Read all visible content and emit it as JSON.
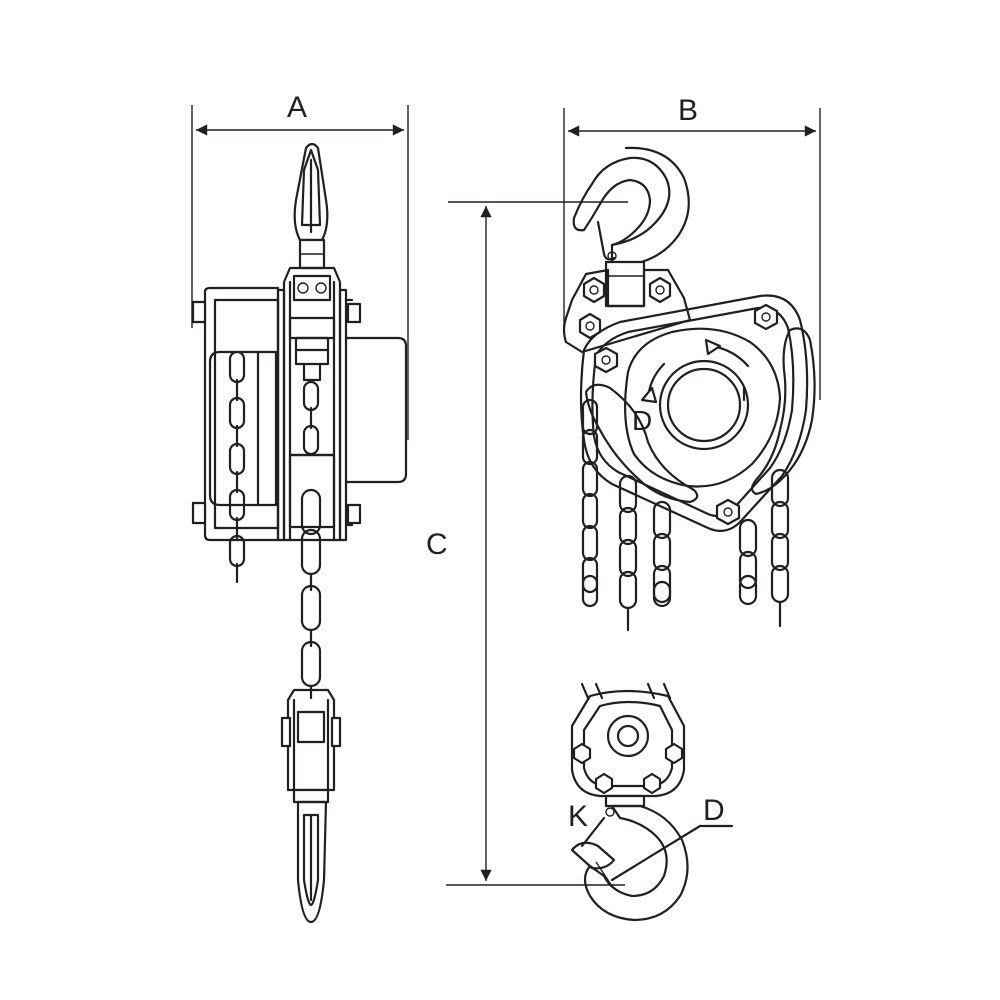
{
  "labels": {
    "a": "A",
    "b": "B",
    "c": "C",
    "d_body": "D",
    "d_hook": "D",
    "k": "K"
  },
  "colors": {
    "line": "#231f20",
    "background": "#ffffff"
  }
}
